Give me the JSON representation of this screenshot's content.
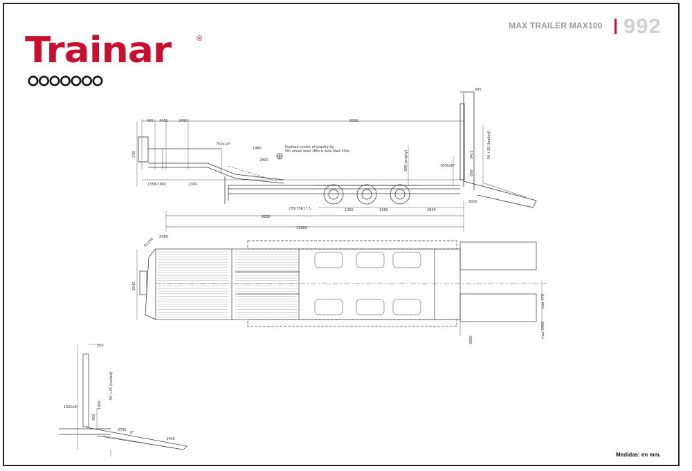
{
  "header": {
    "model_title": "MAX TRAILER MAX100",
    "page_code": "992"
  },
  "logo": {
    "brand": "Trainar",
    "registered_mark": "®",
    "wheel_count": 7,
    "brand_color": "#c8102e"
  },
  "drawing": {
    "side_view": {
      "dims_top": [
        "400",
        "3451",
        "3450",
        "9300"
      ],
      "dim_ramp_top": "395",
      "dims_bottom": [
        "1356/1965",
        "2300",
        "235/75R17.5",
        "1360",
        "1360",
        "2840",
        "3010"
      ],
      "overall_lengths": [
        "8150",
        "11900"
      ],
      "left_height": "230",
      "neck_dims": [
        "750x10°",
        "1980",
        "2800"
      ],
      "notes": [
        "Payload center of gravity by",
        "5th wheel load 18to & axle load 30to"
      ],
      "vertical_dims": [
        "885 (empty)",
        "3455",
        "850",
        "-50 +25 (loaded)"
      ],
      "rear_label": "1000x8°"
    },
    "top_view": {
      "dims": [
        "R1250",
        "2450",
        "2540",
        "3000",
        "max 1400",
        "max 470"
      ]
    },
    "rear_detail": {
      "dims": [
        "250",
        "1000x8°",
        "1400",
        "850",
        "-50 +25 (loaded)",
        "2750",
        "8°",
        "1400"
      ]
    }
  },
  "footer": {
    "measure_note": "Medidas: en mm."
  }
}
